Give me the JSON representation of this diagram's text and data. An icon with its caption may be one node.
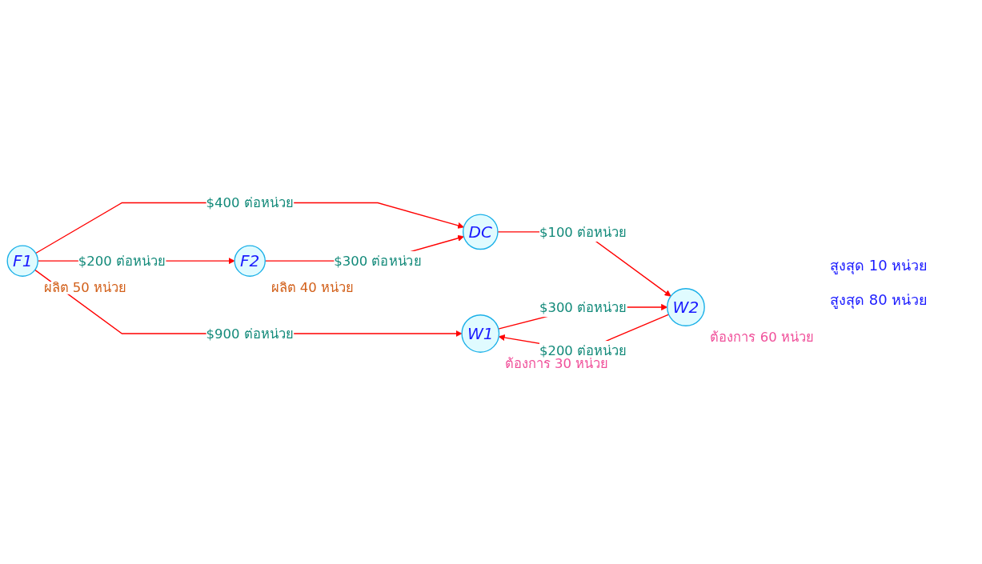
{
  "diagram": {
    "nodes": [
      {
        "text": [
          "F1"
        ],
        "beside": [
          "ผลิต 50 หน่วย"
        ]
      },
      {
        "text": [
          "W1"
        ],
        "beside": [
          "ต้องการ 30 หน่วย"
        ]
      },
      {
        "text": [
          "DC"
        ]
      },
      {
        "text": [
          "F2"
        ],
        "beside": [
          "ผลิต 40 หน่วย"
        ]
      },
      {
        "text": [
          "W2"
        ],
        "beside": [
          "ต้องการ 60 หน่วย"
        ]
      }
    ],
    "edges": [
      {
        "from": 0,
        "to": 1,
        "arrow": "to",
        "label": "$900 ต่อหน่วย"
      },
      {
        "from": 0,
        "to": 2,
        "arrow": "to",
        "label": "$400 ต่อหน่วย"
      },
      {
        "from": 0,
        "to": 3,
        "arrow": "to",
        "label": "$200 ต่อหน่วย"
      },
      {
        "from": 3,
        "to": 2,
        "arrow": "to",
        "label": "$300 ต่อหน่วย"
      },
      {
        "from": 2,
        "to": 4,
        "arrow": "to",
        "label": "$100 ต่อหน่วย"
      },
      {
        "from": 4,
        "to": 1,
        "arrow": "to",
        "label": "$200 ต่อหน่วย"
      },
      {
        "from": 1,
        "to": 4,
        "arrow": "to",
        "label": "$300 ต่อหน่วย"
      }
    ],
    "labels": [
      "สูงสุด 10 หน่วย",
      "สูงสุด 80 หน่วย"
    ]
  }
}
